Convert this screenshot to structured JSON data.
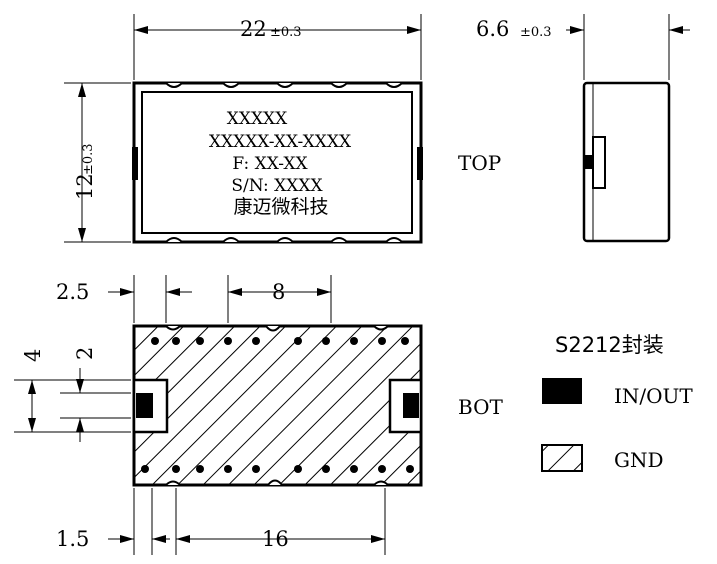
{
  "top_view": {
    "width_dim": "22",
    "width_tol": "±0.3",
    "height_dim": "12",
    "height_tol": "±0.3",
    "marking": [
      "XXXXX",
      "XXXXX-XX-XXXX",
      "F: XX-XX",
      "S/N: XXXX",
      "康迈微科技"
    ],
    "label": "TOP"
  },
  "side_view": {
    "thickness_dim": "6.6",
    "thickness_tol": "±0.3"
  },
  "bottom_view": {
    "label": "BOT",
    "dim_edge_offset": "2.5",
    "dim_pad_pitch": "8",
    "dim_pad_height": "4",
    "dim_pad_inner": "2",
    "dim_bottom_offset": "1.5",
    "dim_bottom_span": "16"
  },
  "legend": {
    "title": "S2212封装",
    "items": [
      {
        "label": "IN/OUT",
        "style": "solid",
        "color": "#000000"
      },
      {
        "label": "GND",
        "style": "hatched",
        "color": "#000000"
      }
    ]
  }
}
